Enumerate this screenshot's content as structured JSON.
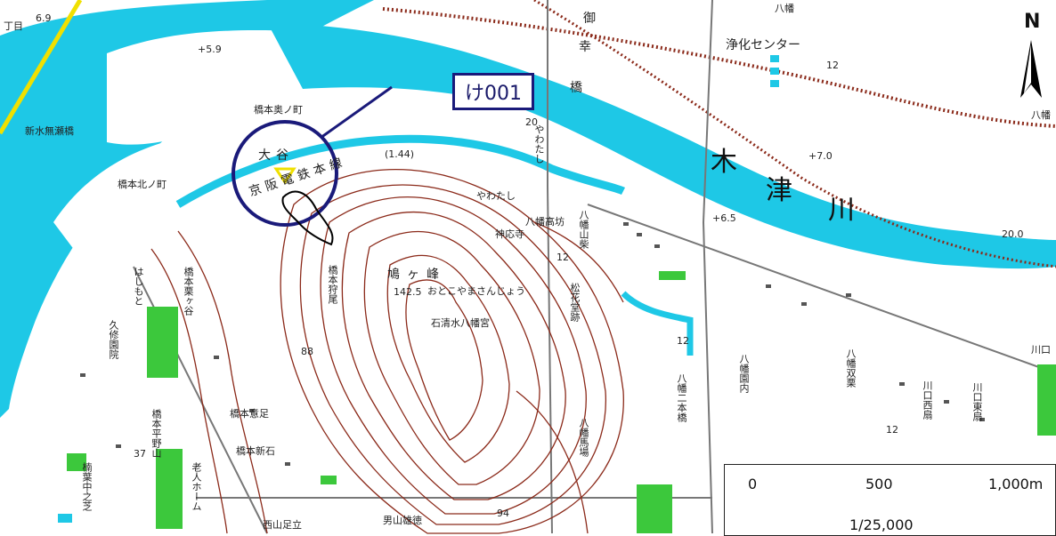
{
  "map": {
    "id_label": "け001",
    "north_label": "N",
    "scale_bar": {
      "tick0": "0",
      "tick1": "500",
      "tick2": "1,000m",
      "ratio": "1/25,000"
    },
    "labels": {
      "river_ki": "木",
      "river_tsu": "津",
      "river_kawa": "川",
      "water_center": "浄化センター",
      "hashimoto_okunocho": "橋本奥ノ町",
      "hashimoto_kitanocho": "橋本北ノ町",
      "shinsui_bridge": "新水無瀬橋",
      "otani": "大谷",
      "keihan_line": "京阪電鉄本線",
      "elevation_144": "(1.44)",
      "hachiman_takabo": "八幡高坊",
      "jinouji": "神応寺",
      "hachiman_yamashiba": "八幡山柴",
      "hatogamine": "鳩ヶ峰",
      "otokoyama": "おとこやまさんじょう",
      "elev_1425": "142.5",
      "shokado": "松花堂跡",
      "iwashimizu": "石清水八幡宮",
      "hashimoto_kuriya": "橋本栗ヶ谷",
      "hashimoto_kario": "橋本狩尾",
      "kusugaen": "久修園院",
      "hashimoto_ito": "橋本意足",
      "hashimoto_shinseki": "橋本新石",
      "hashimoto_hiranoyama": "橋本平野山",
      "rojin_home": "老人ホーム",
      "hachiman_sonouchi": "八幡園内",
      "hachiman_futabo": "八幡双栗",
      "hachiman_nihongi": "八幡二本橋",
      "hachiman_baba": "八幡馬場",
      "kawaguchi_nishi": "川口西扇",
      "kawaguchi_higashi": "川口東扇",
      "kawaguchi": "川口",
      "yawatashi": "やわたし",
      "yawatashi2": "やわたし",
      "hashimoto_kana": "はしもと",
      "otokoyama_yutoku": "男山雄徳",
      "nishiyama": "西山足立",
      "kusuha": "楠葉中之芝",
      "bridge": "橋",
      "gyo": "御",
      "ko": "幸",
      "hachiman": "八幡",
      "elev_88": "88",
      "elev_37": "37",
      "elev_20": "20",
      "elev_12": "12",
      "elev_12b": "12",
      "elev_12c": "12",
      "elev_65": "+6.5",
      "elev_70": "+7.0",
      "elev_200": "20.0",
      "elev_59": "+5.9",
      "elev_69": "6.9",
      "elev_94": "94",
      "chome": "丁目",
      "hachiman_top": "八幡",
      "elev_12d": "12"
    }
  },
  "colors": {
    "river": "#1ec8e6",
    "contour": "#8b2a1a",
    "road": "#777777",
    "green": "#3cc83c",
    "circle": "#1a1a7a",
    "highlight": "#f0e000"
  }
}
